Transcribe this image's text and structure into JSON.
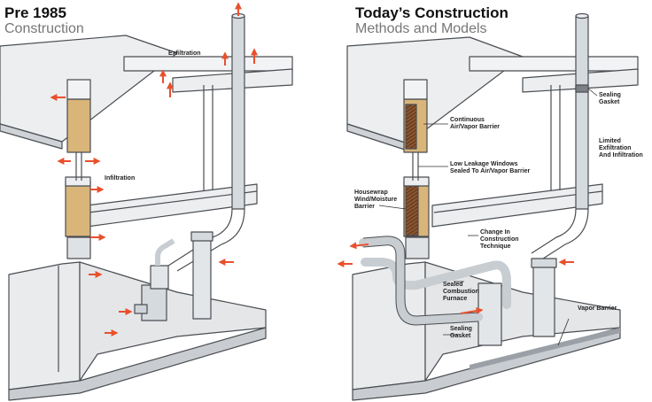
{
  "left_panel": {
    "title": "Pre 1985",
    "subtitle": "Construction",
    "labels": {
      "exfiltration": "Exfiltration",
      "infiltration": "Infiltration"
    }
  },
  "right_panel": {
    "title": "Today’s Construction",
    "subtitle": "Methods and Models",
    "labels": {
      "sealing_gasket_top": "Sealing\nGasket",
      "continuous_barrier": "Continuous\nAir/Vapor Barrier",
      "limited_exfiltration": "Limited\nExfiltration\nAnd Infiltration",
      "low_leakage_windows": "Low Leakage Windows\nSealed To Air/Vapor Barrier",
      "housewrap": "Housewrap\nWind/Moisture\nBarrier",
      "change_in_construction": "Change In\nConstruction\nTechnique",
      "sealed_combustion_furnace": "Sealed\nCombustion\nFurnace",
      "vapor_barrier": "Vapor Barrier",
      "sealing_gasket_bottom": "Sealing\nGasket"
    }
  },
  "colors": {
    "arrow": "#e8502d",
    "wood": "#d9b57a",
    "wall": "#e9ebed",
    "outline": "#4a4d52",
    "pipe": "#c8cdd2",
    "insulation": "#7a4a28"
  }
}
